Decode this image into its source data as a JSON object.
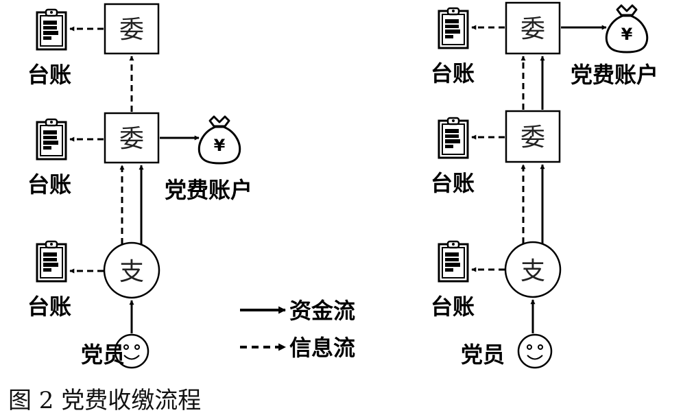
{
  "left_flow": {
    "committee_top": "委",
    "committee_mid": "委",
    "branch": "支",
    "ledger_labels": [
      "台账",
      "台账",
      "台账"
    ],
    "party_fee_account": "党费账户",
    "member": "党员"
  },
  "legend": {
    "fund_flow": "资金流",
    "info_flow": "信息流"
  },
  "right_flow": {
    "committee_top": "委",
    "committee_mid": "委",
    "branch": "支",
    "ledger_labels": [
      "台账",
      "台账",
      "台账"
    ],
    "party_fee_account": "党费账户",
    "member": "党员"
  },
  "money_symbol": "¥",
  "caption": "图 2  党费收缴流程",
  "icons": [
    "clipboard-ledger-icon",
    "money-bag-icon",
    "smiley-face-icon"
  ]
}
